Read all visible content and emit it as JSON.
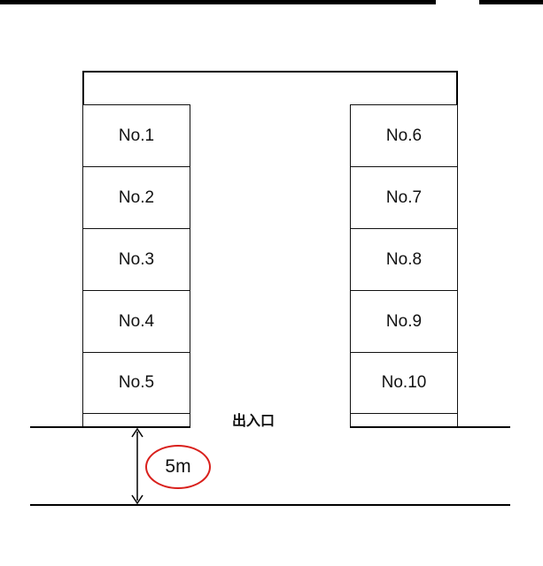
{
  "left_row": [
    "No.1",
    "No.2",
    "No.3",
    "No.4",
    "No.5"
  ],
  "right_row": [
    "No.6",
    "No.7",
    "No.8",
    "No.9",
    "No.10"
  ],
  "entrance_label": "出入口",
  "distance_label": "5m",
  "colors": {
    "line": "#000000",
    "highlight": "#d9201c"
  }
}
